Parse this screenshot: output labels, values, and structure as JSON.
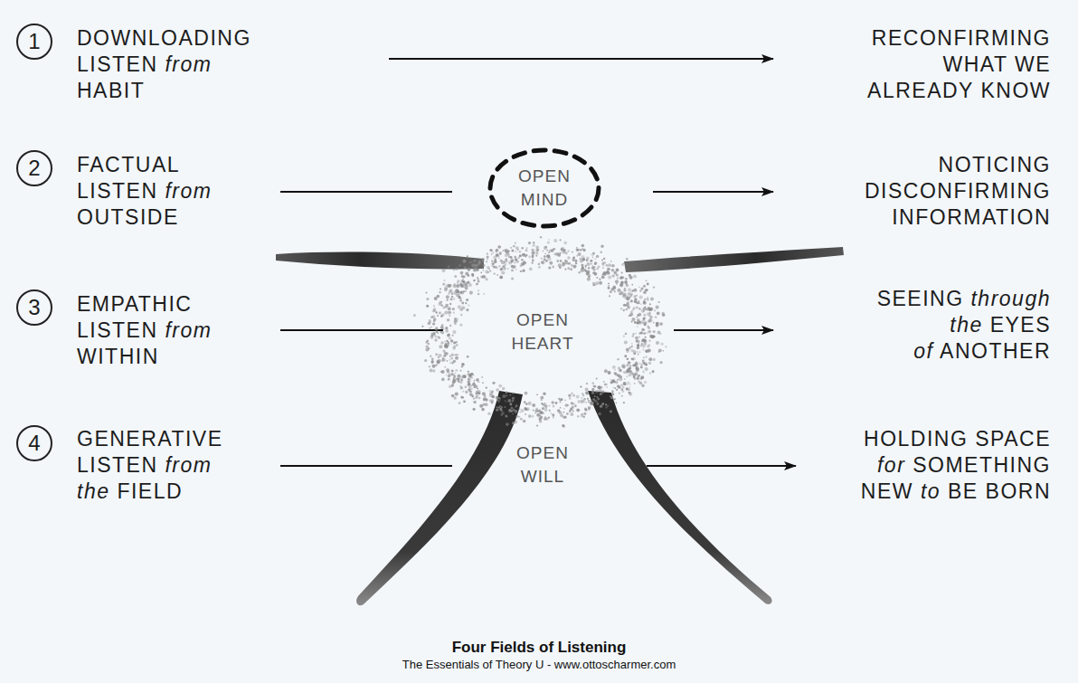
{
  "diagram": {
    "title": "Four Fields of Listening",
    "caption": "The Essentials of Theory U - www.ottoscharmer.com",
    "nodes": [
      {
        "text": [
          "1"
        ]
      },
      {
        "text": [
          "2"
        ]
      },
      {
        "text": [
          "OPEN MIND"
        ]
      },
      {
        "text": [
          "3"
        ]
      },
      {
        "text": [
          "OPEN HEART"
        ]
      },
      {
        "text": [
          "4"
        ]
      }
    ],
    "labels": [
      "DOWNLOADING",
      "LISTEN from HABIT",
      "RECONFIRMING WHAT WE ALREADY KNOW",
      "FACTUAL",
      "LISTEN from OUTSIDE",
      "NOTICING DISCONFIRMING INFORMATION",
      "EMPATHIC",
      "LISTEN from WITHIN",
      "SEEING through the EYES of ANOTHER",
      "GENERATIVE",
      "LISTEN from the FIELD",
      "OPEN WILL",
      "HOLDING SPACE for SOMETHING NEW to BE BORN"
    ]
  }
}
